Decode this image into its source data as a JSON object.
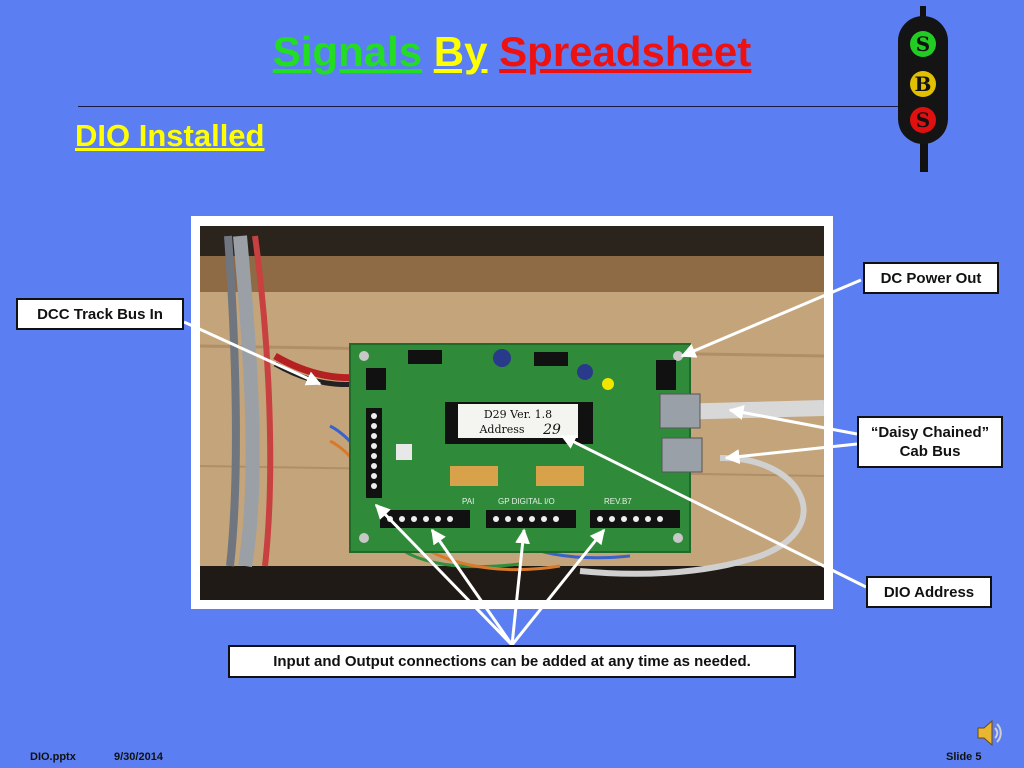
{
  "slide": {
    "title_word1": "Signals",
    "title_word2": "By",
    "title_word3": "Spreadsheet",
    "subtitle": "DIO Installed"
  },
  "logo": {
    "icon": "traffic-signal-icon",
    "letters": [
      "S",
      "B",
      "S"
    ]
  },
  "photo": {
    "chip_label_line1": "D29 Ver. 1.8",
    "chip_label_line2": "Address",
    "chip_label_value": "29",
    "board_text_gp": "GP DIGITAL I/O",
    "board_text_rev": "REV.B7",
    "board_text_pai": "PAI"
  },
  "callouts": {
    "dc_power_out": "DC Power Out",
    "dcc_track_bus_in": "DCC Track Bus In",
    "daisy_line1": "“Daisy Chained”",
    "daisy_line2": "Cab Bus",
    "dio_address": "DIO Address",
    "io_connections": "Input and Output connections can be added at any time as needed."
  },
  "footer": {
    "file": "DIO.pptx",
    "date": "9/30/2014",
    "slide_number": "Slide 5"
  },
  "speaker": {
    "icon": "speaker-icon"
  },
  "colors": {
    "background": "#5b7ff2",
    "title_signals": "#22dd22",
    "title_by": "#ffff00",
    "title_spreadsheet": "#ee1111",
    "subtitle": "#ffff00"
  }
}
